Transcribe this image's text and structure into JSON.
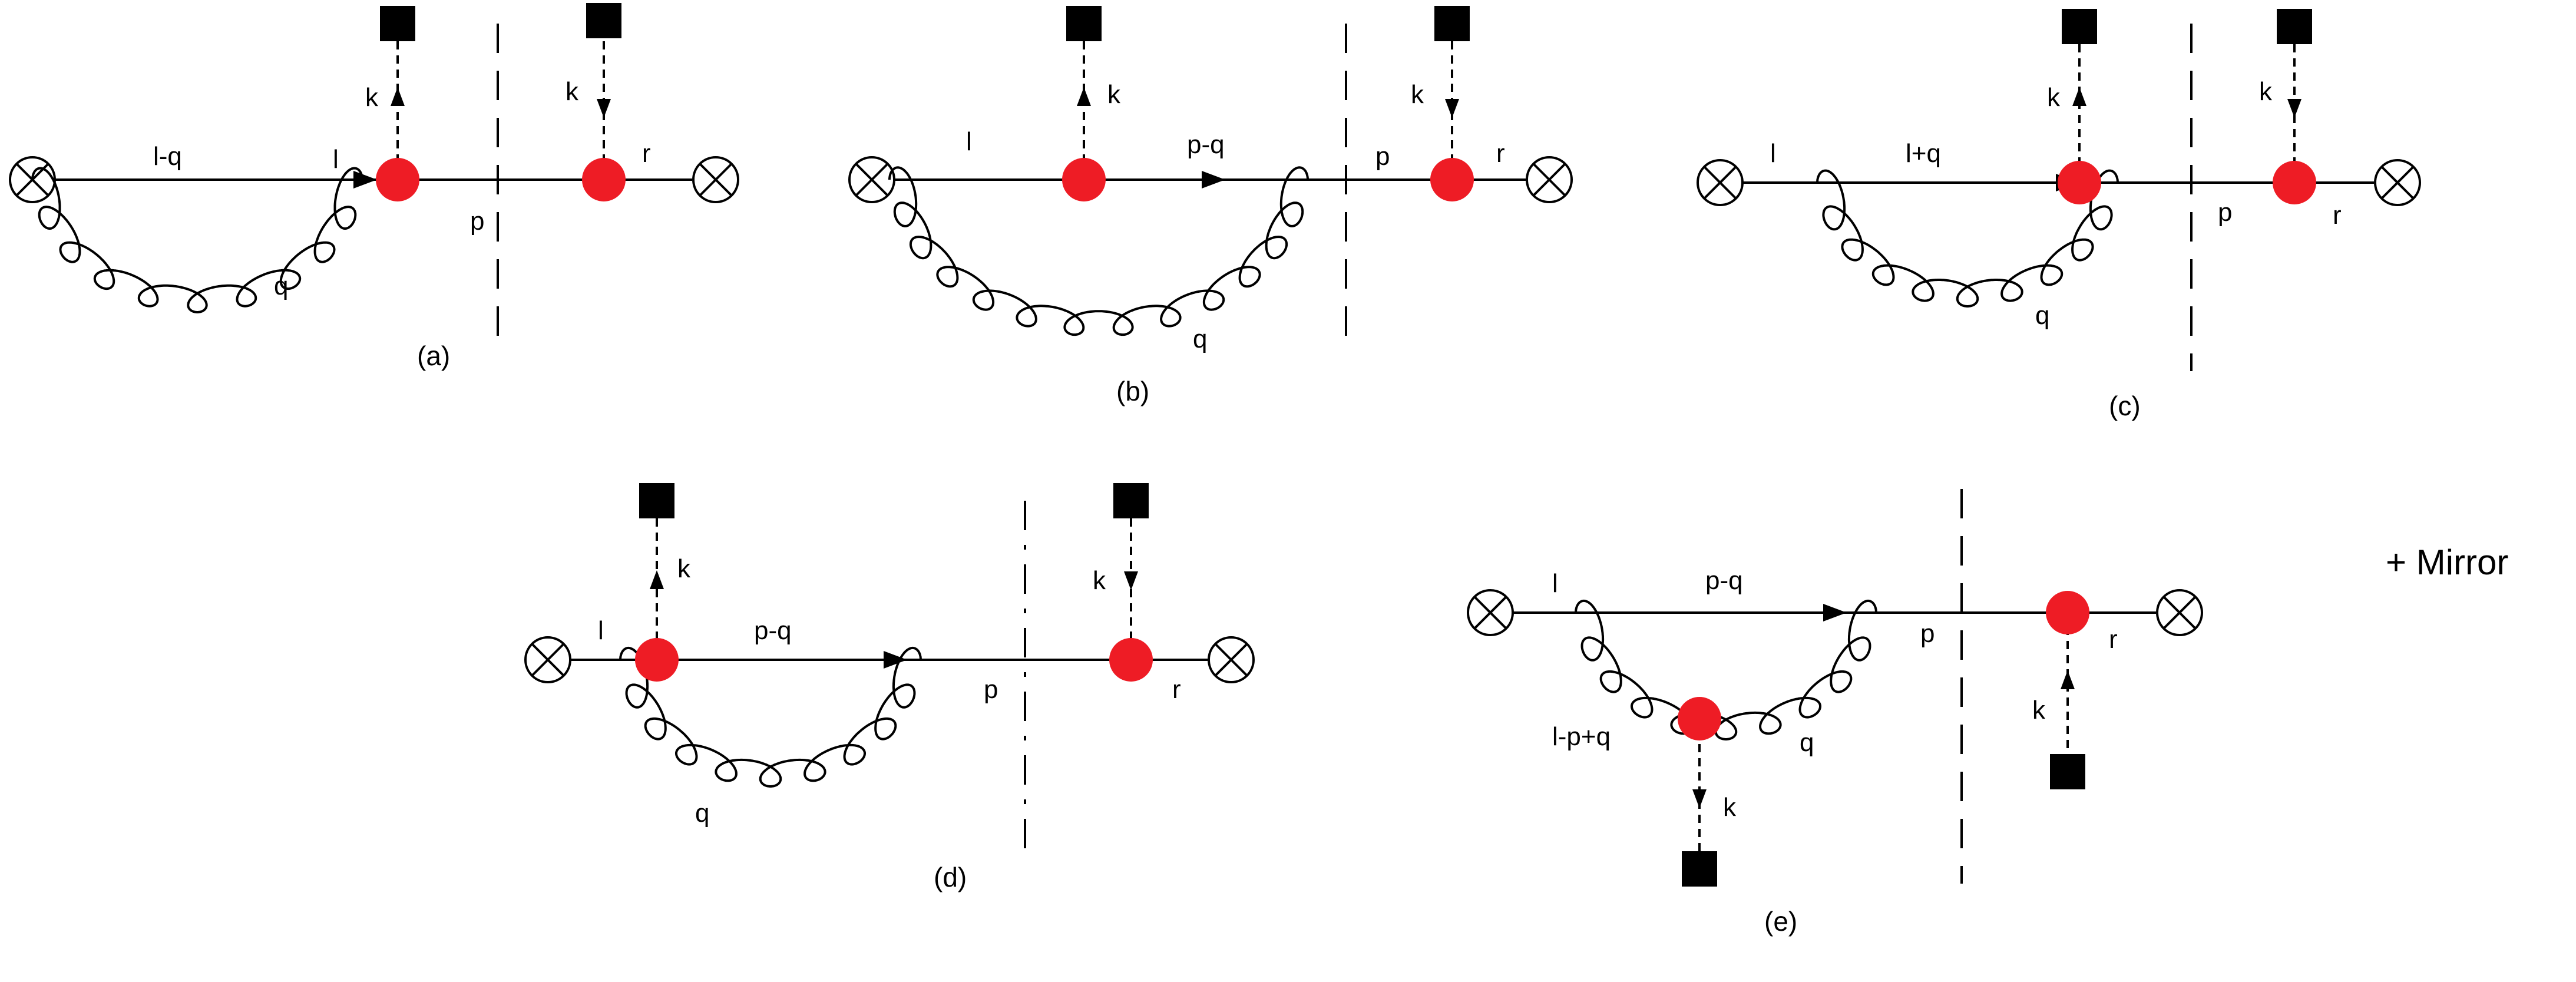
{
  "colors": {
    "vertex": "#ee1c25",
    "line": "#000000",
    "source": "#000000"
  },
  "note": "+ Mirror",
  "diagrams": [
    {
      "caption": "(a)",
      "labels": {
        "lq": "l-q",
        "l": "l",
        "p": "p",
        "q": "q",
        "k1": "k",
        "k2": "k",
        "r": "r"
      }
    },
    {
      "caption": "(b)",
      "labels": {
        "l": "l",
        "pq": "p-q",
        "p": "p",
        "q": "q",
        "k1": "k",
        "k2": "k",
        "r": "r"
      }
    },
    {
      "caption": "(c)",
      "labels": {
        "l": "l",
        "lq": "l+q",
        "p": "p",
        "q": "q",
        "k1": "k",
        "k2": "k",
        "r": "r"
      }
    },
    {
      "caption": "(d)",
      "labels": {
        "l": "l",
        "pq": "p-q",
        "p": "p",
        "q": "q",
        "k1": "k",
        "k2": "k",
        "r": "r"
      }
    },
    {
      "caption": "(e)",
      "labels": {
        "l": "l",
        "pq": "p-q",
        "p": "p",
        "q": "q",
        "lpq": "l-p+q",
        "k1": "k",
        "k2": "k",
        "r": "r"
      }
    }
  ]
}
